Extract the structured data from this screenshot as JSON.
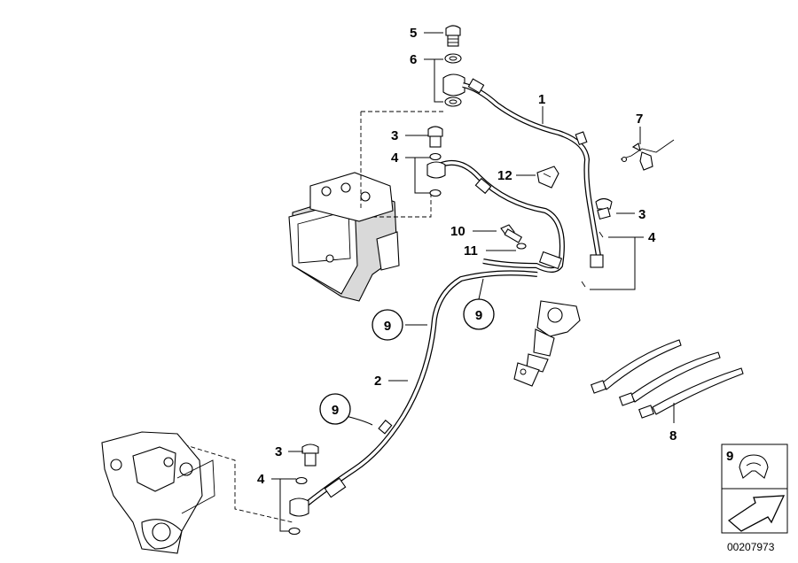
{
  "diagram": {
    "labels": {
      "p1": "1",
      "p2": "2",
      "p3_top": "3",
      "p3_right": "3",
      "p3_bottom": "3",
      "p4_top": "4",
      "p4_right": "4",
      "p4_bottom": "4",
      "p5": "5",
      "p6": "6",
      "p7": "7",
      "p8": "8",
      "p9_left": "9",
      "p9_mid": "9",
      "p9_low": "9",
      "p10": "10",
      "p11": "11",
      "p12": "12"
    },
    "legend": {
      "label": "9"
    },
    "diagram_number": "00207973"
  }
}
